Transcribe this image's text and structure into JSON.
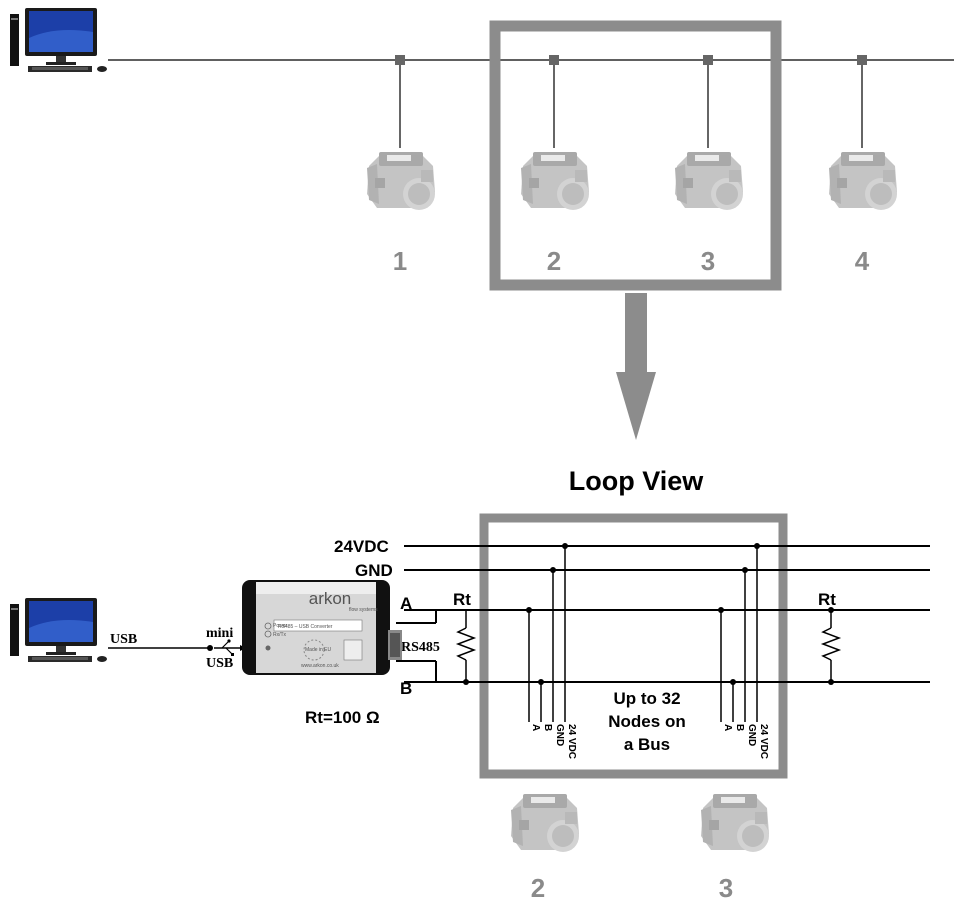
{
  "top_nodes": [
    "1",
    "2",
    "3",
    "4"
  ],
  "arrow_color": "#8c8c8c",
  "loop_title": "Loop View",
  "bus_lines": {
    "vdc": "24VDC",
    "gnd": "GND",
    "a": "A",
    "b": "B"
  },
  "resistor_label": "Rt",
  "resistor_value": "Rt=100 Ω",
  "converter": {
    "brand": "arkon",
    "brand_sub": "flow systems",
    "panel_text": "RS485 – USB Converter",
    "madein": "Made in EU",
    "website": "www.arkon.co.uk",
    "led_power": "Power",
    "led_rx": "Rx/Tx"
  },
  "usb_label": "USB",
  "mini_usb": [
    "mini",
    "USB"
  ],
  "rs485": "RS485",
  "node_taps": [
    "A",
    "B",
    "GND",
    "24 VDC"
  ],
  "loop_note": [
    "Up to 32",
    "Nodes on",
    "a Bus"
  ],
  "bottom_nodes": [
    "2",
    "3"
  ]
}
